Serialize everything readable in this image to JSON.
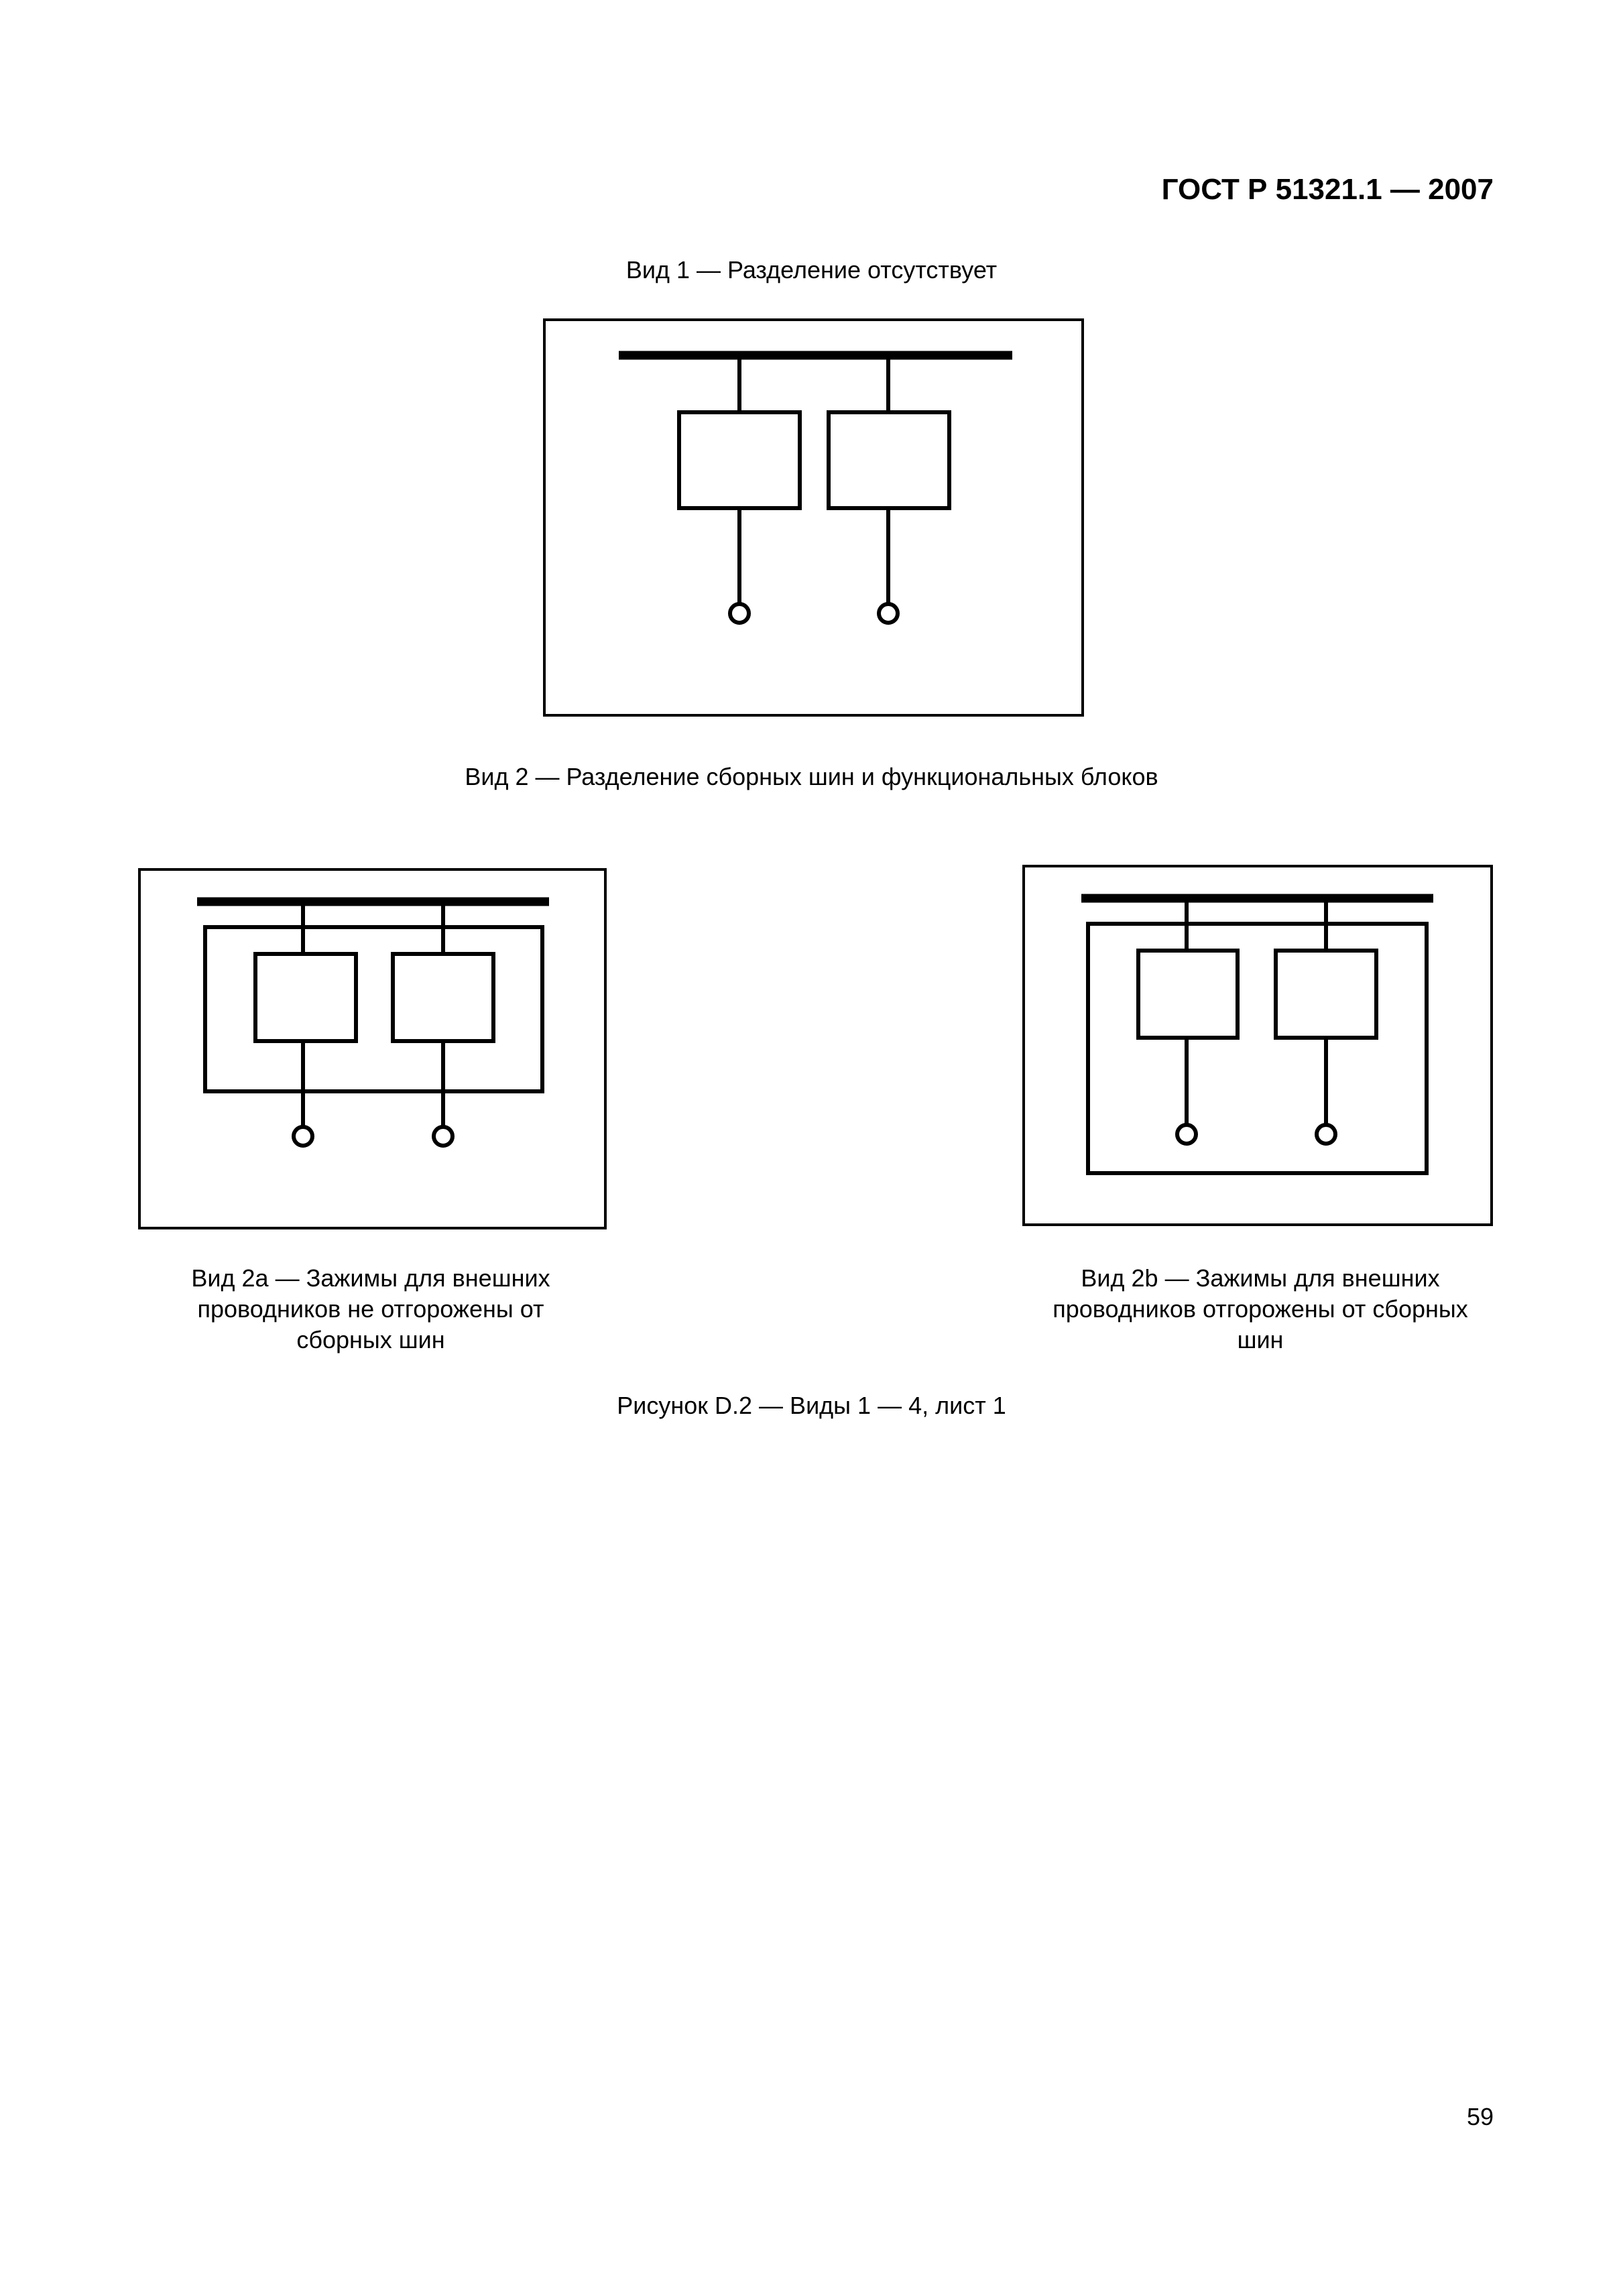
{
  "header": {
    "standard_id": "ГОСТ Р 51321.1 — 2007"
  },
  "view1": {
    "caption": "Вид 1 — Разделение отсутствует"
  },
  "view2": {
    "caption": "Вид 2 — Разделение сборных шин и функциональных блоков"
  },
  "view2a": {
    "caption": "Вид 2a —  Зажимы для внешних проводников не отгорожены от сборных шин"
  },
  "view2b": {
    "caption": "Вид 2b — Зажимы для внешних проводников отгорожены от сборных шин"
  },
  "figure": {
    "caption": "Рисунок D.2 — Виды 1 — 4, лист 1"
  },
  "page": {
    "number": "59"
  }
}
